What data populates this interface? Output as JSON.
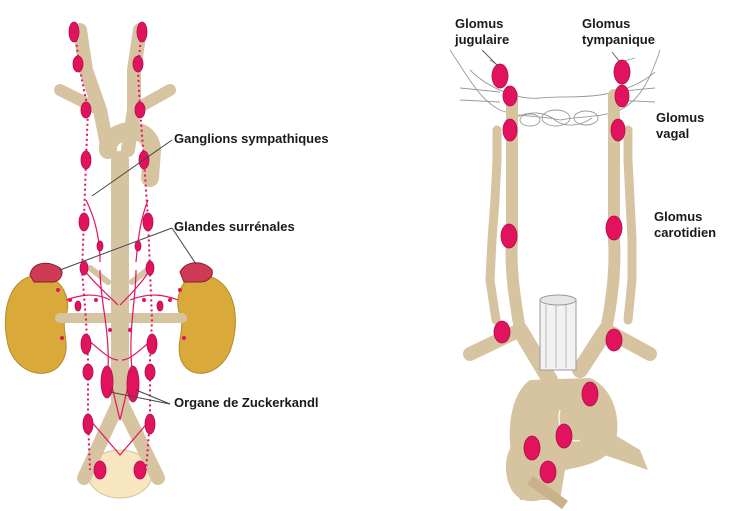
{
  "left_figure": {
    "labels": {
      "sympathetic_ganglia": "Ganglions sympathiques",
      "adrenal_glands": "Glandes surrénales",
      "zuckerkandl_organ": "Organe de Zuckerkandl"
    }
  },
  "right_figure": {
    "labels": {
      "glomus_jugulaire_line1": "Glomus",
      "glomus_jugulaire_line2": "jugulaire",
      "glomus_tympanique_line1": "Glomus",
      "glomus_tympanique_line2": "tympanique",
      "glomus_vagal_line1": "Glomus",
      "glomus_vagal_line2": "vagal",
      "glomus_carotidien_line1": "Glomus",
      "glomus_carotidien_line2": "carotidien"
    }
  },
  "colors": {
    "vessel": "#d6c3a0",
    "paraganglion": "#e2135e",
    "adrenal": "#cf3a55",
    "kidney": "#d9a93a",
    "bladder": "#f7e6c0",
    "leader_line": "#444444",
    "skull_outline": "#9a9a9a"
  }
}
